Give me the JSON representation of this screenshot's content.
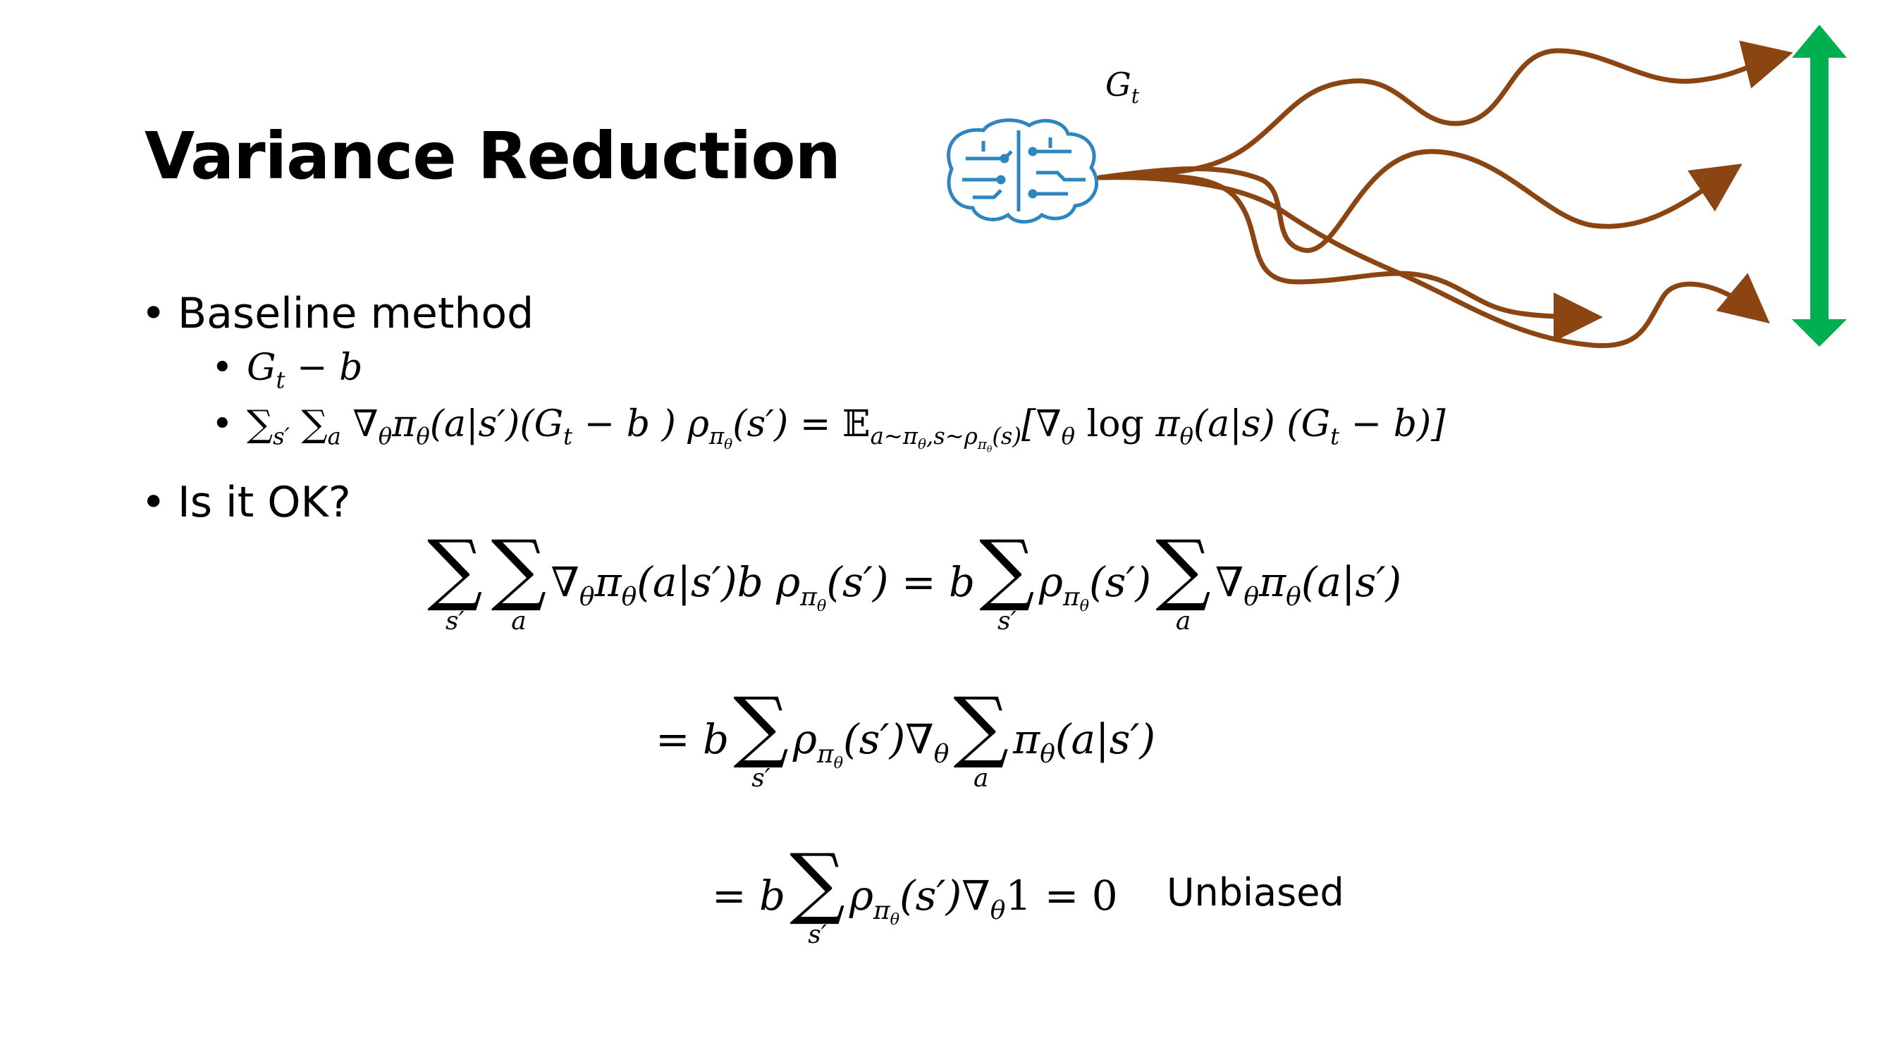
{
  "slide": {
    "title": "Variance Reduction",
    "diagram_label": "G_t",
    "bullets": {
      "b1": "Baseline method",
      "b2": "Is it OK?"
    },
    "annotation": "Unbiased"
  },
  "colors": {
    "arrow": "#8B4513",
    "vertical_arrow": "#00B050",
    "brain": "#2E86C1"
  }
}
